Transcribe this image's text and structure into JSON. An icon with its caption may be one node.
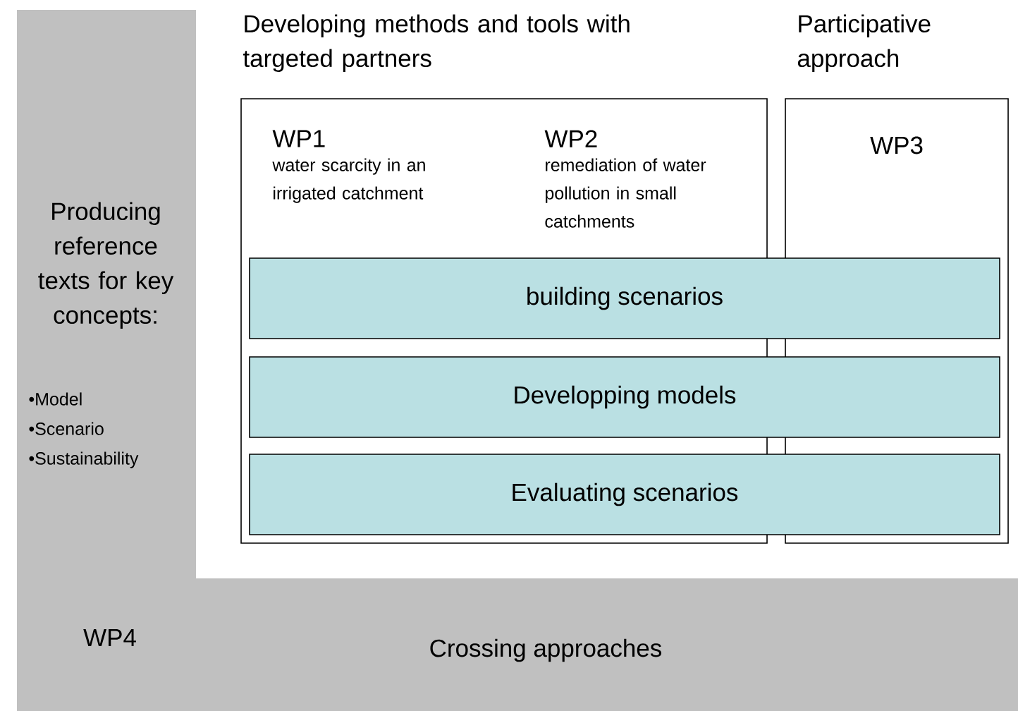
{
  "diagram": {
    "nodes": [
      {
        "text": [
          "Producing reference texts for key concepts:",
          "•Model",
          "•Scenario",
          "•Sustainability",
          "WP4",
          "Crossing approaches"
        ]
      },
      {
        "text": [
          "Developing methods and tools with targeted partners",
          "WP1",
          "water scarcity in an irrigated catchment",
          "WP2",
          "remediation of water pollution in small catchments"
        ]
      },
      {
        "text": [
          "Participative approach",
          "WP3"
        ]
      },
      {
        "text": [
          "building scenarios"
        ]
      },
      {
        "text": [
          "Developping models"
        ]
      },
      {
        "text": [
          "Evaluating scenarios"
        ]
      }
    ]
  }
}
